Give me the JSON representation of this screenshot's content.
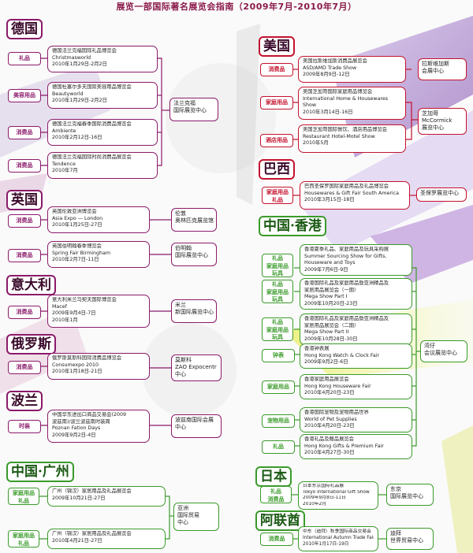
{
  "title": "展览一部国际著名展览会指南（2009年7月-2010年7月）",
  "colors": {
    "purple": "#8b1a6a",
    "red": "#c4122e",
    "green": "#3a9a2a"
  },
  "germany": {
    "country": "德国",
    "tags": [
      "礼品",
      "美容用品",
      "消费品",
      "消费品"
    ],
    "fairs": [
      [
        "德国法兰克福国际礼品博览会",
        "Christmasworld",
        "2010年1月29日-2月2日"
      ],
      [
        "德国杜塞尔多夫国际美容用品博览会",
        "Beautyworld",
        "2010年1月29日-2月2日"
      ],
      [
        "德国法兰克福春季国际消费品博览会",
        "Ambiente",
        "2010年2月12日-16日"
      ],
      [
        "德国法兰克福国际时尚消费品展览会",
        "Tendence",
        "2010年7月"
      ]
    ],
    "venue": [
      "法兰克福",
      "国际展览中心"
    ]
  },
  "uk": {
    "country": "英国",
    "tags": [
      "消费品",
      "消费品"
    ],
    "fairs": [
      [
        "英国伦敦亚洲博览会",
        "Asia Expo — London",
        "2010年1月25日-27日"
      ],
      [
        "英国伯明翰春季博览会",
        "Spring Fair Birmingham",
        "2010年2月7日-11日"
      ]
    ],
    "venues": [
      [
        "伦敦",
        "奥林匹克展览馆"
      ],
      [
        "伯明翰",
        "国际展览中心"
      ]
    ]
  },
  "italy": {
    "country": "意大利",
    "tags": [
      "消费品"
    ],
    "fairs": [
      [
        "意大利米兰马契夫国际博览会",
        "Macef",
        "2009年9月4日-7日",
        "2010年1月"
      ]
    ],
    "venue": [
      "米兰",
      "新国际展览中心"
    ]
  },
  "russia": {
    "country": "俄罗斯",
    "tags": [
      "消费品"
    ],
    "fairs": [
      [
        "俄罗斯莫斯科国际消费品博览会",
        "Consumexpo 2010",
        "2010年1月18日-21日"
      ]
    ],
    "venue": [
      "莫斯科",
      "ZAO Expocentr",
      "中心"
    ]
  },
  "poland": {
    "country": "波兰",
    "tags": [
      "时装"
    ],
    "fairs": [
      [
        "中国华东进出口商品交易会(2009",
        "波兹南)/波兰波兹南时装周",
        "Poznan Fation Days",
        "2009年9月2日-4日"
      ]
    ],
    "venue": [
      "波兹南国际会展",
      "中心"
    ]
  },
  "guangzhou": {
    "country": "中国·广州",
    "tags": [
      [
        "家庭用品",
        "礼品"
      ],
      [
        "家庭用品",
        "礼品"
      ]
    ],
    "fairs": [
      [
        "广州（锦汉）家居用品及礼品展览会",
        "2009年10月21日-27日"
      ],
      [
        "广州（锦汉）家居用品及礼品展览会",
        "2010年4月21日-27日"
      ]
    ],
    "venue": [
      "亚洲",
      "国际贸易",
      "中心"
    ]
  },
  "usa": {
    "country": "美国",
    "tags": [
      "消费品",
      "家庭用品",
      "酒店用品"
    ],
    "fairs": [
      [
        "美国拉斯维加斯消费品展览会",
        "ASD/AMD Trade Show",
        "2009年8月9日-12日"
      ],
      [
        "美国芝加哥国际家庭用品博览会",
        "International Home & Housewares",
        "Show",
        "2010年3月14日-16日"
      ],
      [
        "美国芝加哥国际餐饮、酒店用品博览会",
        "Restaurant Hotel-Motel Show",
        "2010年5月"
      ]
    ],
    "venues": [
      [
        "拉斯维加斯",
        "会展中心"
      ],
      [
        "芝加哥",
        "McCormick",
        "展览中心"
      ]
    ]
  },
  "brazil": {
    "country": "巴西",
    "tags": [
      [
        "家庭用品",
        "礼品"
      ]
    ],
    "fairs": [
      [
        "巴西圣保罗国际家庭用品及礼品博览会",
        "Housewares & Gift Fair South America",
        "2010年3月15日-18日"
      ]
    ],
    "venue": [
      "圣保罗展览中心"
    ]
  },
  "hongkong": {
    "country": "中国·香港",
    "tags": [
      [
        "礼品",
        "家庭用品",
        "玩具"
      ],
      [
        "礼品",
        "家庭用品",
        "玩具"
      ],
      [
        "礼品",
        "家庭用品",
        "玩具"
      ],
      [
        "钟表"
      ],
      [
        "家庭用品"
      ],
      [
        "宠物用品"
      ],
      [
        "礼品"
      ]
    ],
    "fairs": [
      [
        "香港夏季礼品、家庭用品及玩具采购展",
        "Summer Sourcing Show for Gifts,",
        "Houseware and Toys",
        "2009年7月6日-9日"
      ],
      [
        "香港国际礼品及家庭用品暨亚洲精品及",
        "家居用品展览会（一期）",
        "Mega Show Part I",
        "2009年10月20日-23日"
      ],
      [
        "香港国际礼品及家庭用品暨亚洲精品及",
        "家居用品展览会（二期）",
        "Mega Show Part II",
        "2009年10月28日-30日"
      ],
      [
        "香港钟表展",
        "Hong Kong Watch & Clock Fair",
        "2009年9月2日-6日"
      ],
      [
        "香港家庭用品展览会",
        "Hong Kong Houseware Fair",
        "2010年4月20日-23日"
      ],
      [
        "香港国际宠物及宠物用品世界",
        "World of Pet Supplies",
        "2010年4月20日-23日"
      ],
      [
        "香港礼品及赠品展览会",
        "Hong Kong Gifts & Premium Fair",
        "2010年4月27日-30日"
      ]
    ],
    "venue": [
      "湾仔",
      "会议展览中心"
    ]
  },
  "japan": {
    "country": "日本",
    "tags": [
      [
        "礼品",
        "消费品"
      ]
    ],
    "fairs": [
      [
        "日本东京国际礼品展",
        "Tokyo International Gift Show",
        "2009年9月8日-11日",
        "2010年2月"
      ]
    ],
    "venue": [
      "东京",
      "国际展览中心"
    ]
  },
  "uae": {
    "country": "阿联酋",
    "tags": [
      "消费品"
    ],
    "fairs": [
      [
        "中东（迪拜）秋季国际商品交易会",
        "International Autumn Trade Fair",
        "2010年1月17日-19日"
      ]
    ],
    "venue": [
      "迪拜",
      "世界贸易中心"
    ]
  }
}
